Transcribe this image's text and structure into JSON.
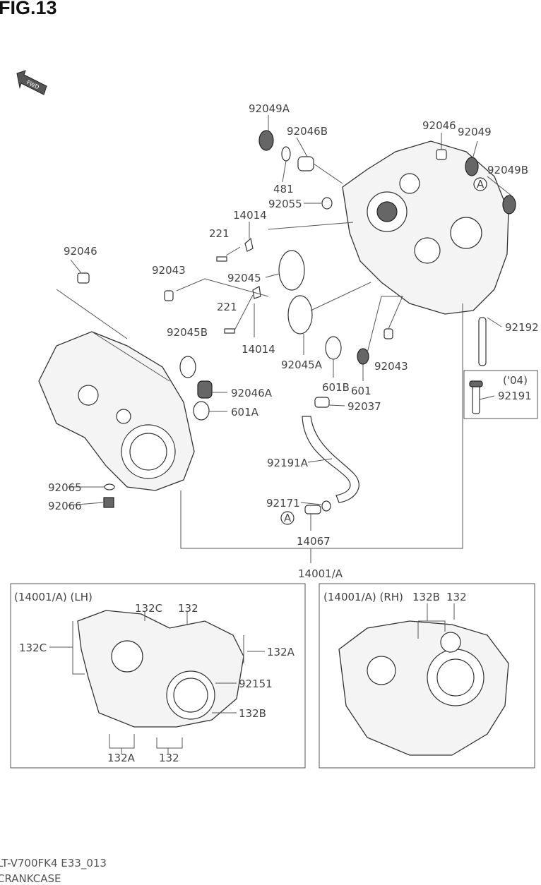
{
  "figure_title": "FIG.13",
  "fwd_arrow": {
    "label": "FWD",
    "icon": "fwd-arrow-icon"
  },
  "callouts": {
    "p92049A": "92049A",
    "p92046B": "92046B",
    "p92046_top": "92046",
    "p92049": "92049",
    "p92049B": "92049B",
    "p481": "481",
    "p92055": "92055",
    "p14014_a": "14014",
    "p221_a": "221",
    "p92046_left": "92046",
    "p92043_a": "92043",
    "p92045": "92045",
    "p221_b": "221",
    "p14014_b": "14014",
    "p92045B": "92045B",
    "p92045A": "92045A",
    "p92043_b": "92043",
    "p92192": "92192",
    "p601B": "601B",
    "p601": "601",
    "p04": "('04)",
    "p92191": "92191",
    "p92046A": "92046A",
    "p601A": "601A",
    "p92037": "92037",
    "p92191A": "92191A",
    "p92065": "92065",
    "p92066": "92066",
    "p92171": "92171",
    "refA1": "A",
    "refA2": "A",
    "p14067": "14067",
    "p14001A": "14001/A"
  },
  "lh_box": {
    "title": "(14001/A)  (LH)",
    "labels": {
      "c132C_top": "132C",
      "c132_top": "132",
      "c132C_left": "132C",
      "c132A_right": "132A",
      "c92151": "92151",
      "c132B": "132B",
      "c132A_bottom": "132A",
      "c132_bottom": "132"
    }
  },
  "rh_box": {
    "title": "(14001/A)  (RH)",
    "labels": {
      "c132B": "132B",
      "c132": "132"
    }
  },
  "footer": {
    "model_code": "LT-V700FK4 E33_013",
    "section_name": "CRANKCASE"
  }
}
